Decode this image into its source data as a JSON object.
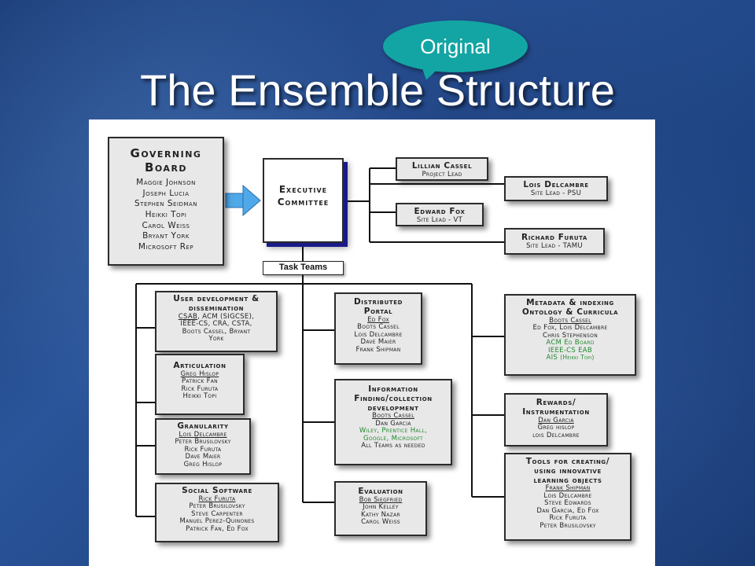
{
  "slide": {
    "title": "The Ensemble Structure",
    "bubble": "Original"
  },
  "governing_board": {
    "title1": "Governing",
    "title2": "Board",
    "members": [
      "Maggie Johnson",
      "Joseph Lucia",
      "Stephen Seidman",
      "Heikki Topi",
      "Carol Weiss",
      "Bryant York",
      "Microsoft Rep"
    ]
  },
  "executive": {
    "line1": "Executive",
    "line2": "Committee"
  },
  "leads": [
    {
      "name": "Lillian Cassel",
      "role": "Project Lead"
    },
    {
      "name": "Lois Delcambre",
      "role": "Site Lead - PSU"
    },
    {
      "name": "Edward Fox",
      "role": "Site Lead - VT"
    },
    {
      "name": "Richard Furuta",
      "role": "Site Lead - TAMU"
    }
  ],
  "task_teams_label": "Task Teams",
  "teams": {
    "user_dev": {
      "title1": "User development &",
      "title2": "dissemination",
      "line1_lead": "CSAB",
      "line1_rest": ", ACM (SIGCSE),",
      "line2": "IEEE-CS, CRA, CSTA,",
      "line3": "Boots Cassel, Bryant",
      "line4": "York"
    },
    "articulation": {
      "title": "Articulation",
      "lead": "Greg Hislop",
      "members": [
        "Patrick Fan",
        "Rick Furuta",
        "Heikki Topi"
      ]
    },
    "granularity": {
      "title": "Granularity",
      "lead": "Lois Delcambre",
      "members": [
        "Peter Brusilovsky",
        "Rick Furuta",
        "Dave Maier",
        "Greg Hislop"
      ]
    },
    "social": {
      "title": "Social Software",
      "lead": "Rick Furuta",
      "members": [
        "Peter Brusilovsky",
        "Steve Carpenter",
        "Manuel Perez-Quinones",
        "Patrick Fan, Ed Fox"
      ]
    },
    "portal": {
      "title1": "Distributed",
      "title2": "Portal",
      "lead": "Ed Fox",
      "members": [
        "Boots Cassel",
        "Lois Delcambre",
        "Dave Maier",
        "Frank Shipman"
      ]
    },
    "info": {
      "title1": "Information",
      "title2": "Finding/collection",
      "title3": "development",
      "lead": "Boots Cassel",
      "member1": "Dan Garcia",
      "green1": "Wiley,  Prentice Hall,",
      "green2": "Google, Microsoft",
      "last": "All Teams as needed"
    },
    "evaluation": {
      "title": "Evaluation",
      "lead": "Bob Siegfried",
      "members": [
        "John Kelley",
        "Kathy Nazar",
        "Carol Weiss"
      ]
    },
    "metadata": {
      "title1": "Metadata & indexing",
      "title2": "Ontology & Curricula",
      "lead": "Boots Cassel",
      "member1": "Ed Fox, Lois Delcambre",
      "member2": "Chris Stephenson",
      "green1": "ACM Ed Board",
      "green2": "IEEE-CS EAB",
      "green3_a": "AIS",
      "green3_b": "(Heikki Topi)"
    },
    "rewards": {
      "title1": "Rewards/",
      "title2": "Instrumentation",
      "lead": "Dan Garcia",
      "members": [
        "Greg hislop",
        "lois Delcambre"
      ]
    },
    "tools": {
      "title1": "Tools for creating/",
      "title2": "using innovative",
      "title3": "learning objects",
      "lead": "Frank Shipman",
      "members": [
        "Lois Delcambre",
        "Steve Edwards",
        "Dan Garcia, Ed Fox",
        "Rick Furuta",
        "Peter Brusilovsky"
      ]
    }
  },
  "colors": {
    "background": "#1f4584",
    "bubble": "#13a5a3",
    "arrow": "#4fa8e8",
    "green_text": "#1f8a2c"
  }
}
